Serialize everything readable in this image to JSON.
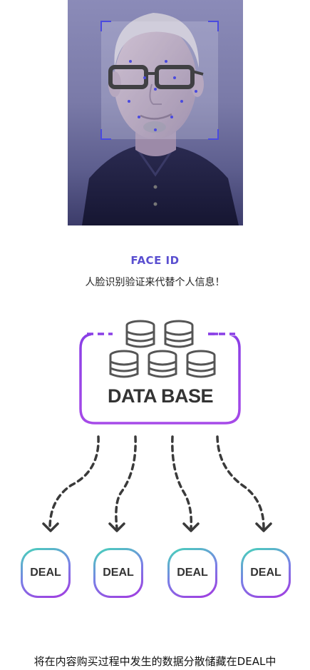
{
  "face_id": {
    "label": "FACE ID",
    "description": "人脸识别验证来代替个人信息！"
  },
  "database": {
    "label": "DATA BASE"
  },
  "deal_nodes": [
    {
      "label": "DEAL"
    },
    {
      "label": "DEAL"
    },
    {
      "label": "DEAL"
    },
    {
      "label": "DEAL"
    }
  ],
  "footer": {
    "text": "将在内容购买过程中发生的数据分散储藏在DEAL中"
  },
  "colors": {
    "accent": "#5a4fd0",
    "gradient_start": "#45d6b8",
    "gradient_end": "#a437e0",
    "border_purple": "#8a3fe6"
  }
}
